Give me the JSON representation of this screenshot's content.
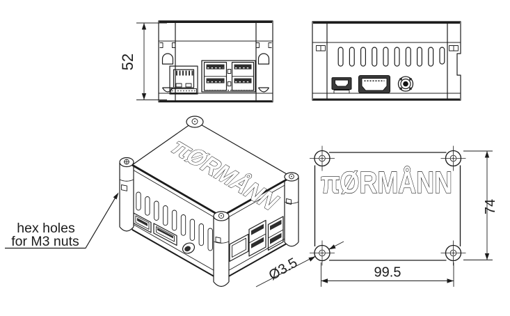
{
  "colors": {
    "background": "#ffffff",
    "line": "#1c1c1c",
    "port_dark": "#3a3a3a"
  },
  "front_view": {
    "height_dimension": "52"
  },
  "isometric_view": {
    "logo": "πØRMÅNN",
    "annotation_line1": "hex holes",
    "annotation_line2": "for M3 nuts"
  },
  "top_view": {
    "logo": "πØRMÅNN",
    "height_dimension": "74",
    "width_dimension": "99.5",
    "hole_diameter": "Ø3.5"
  }
}
